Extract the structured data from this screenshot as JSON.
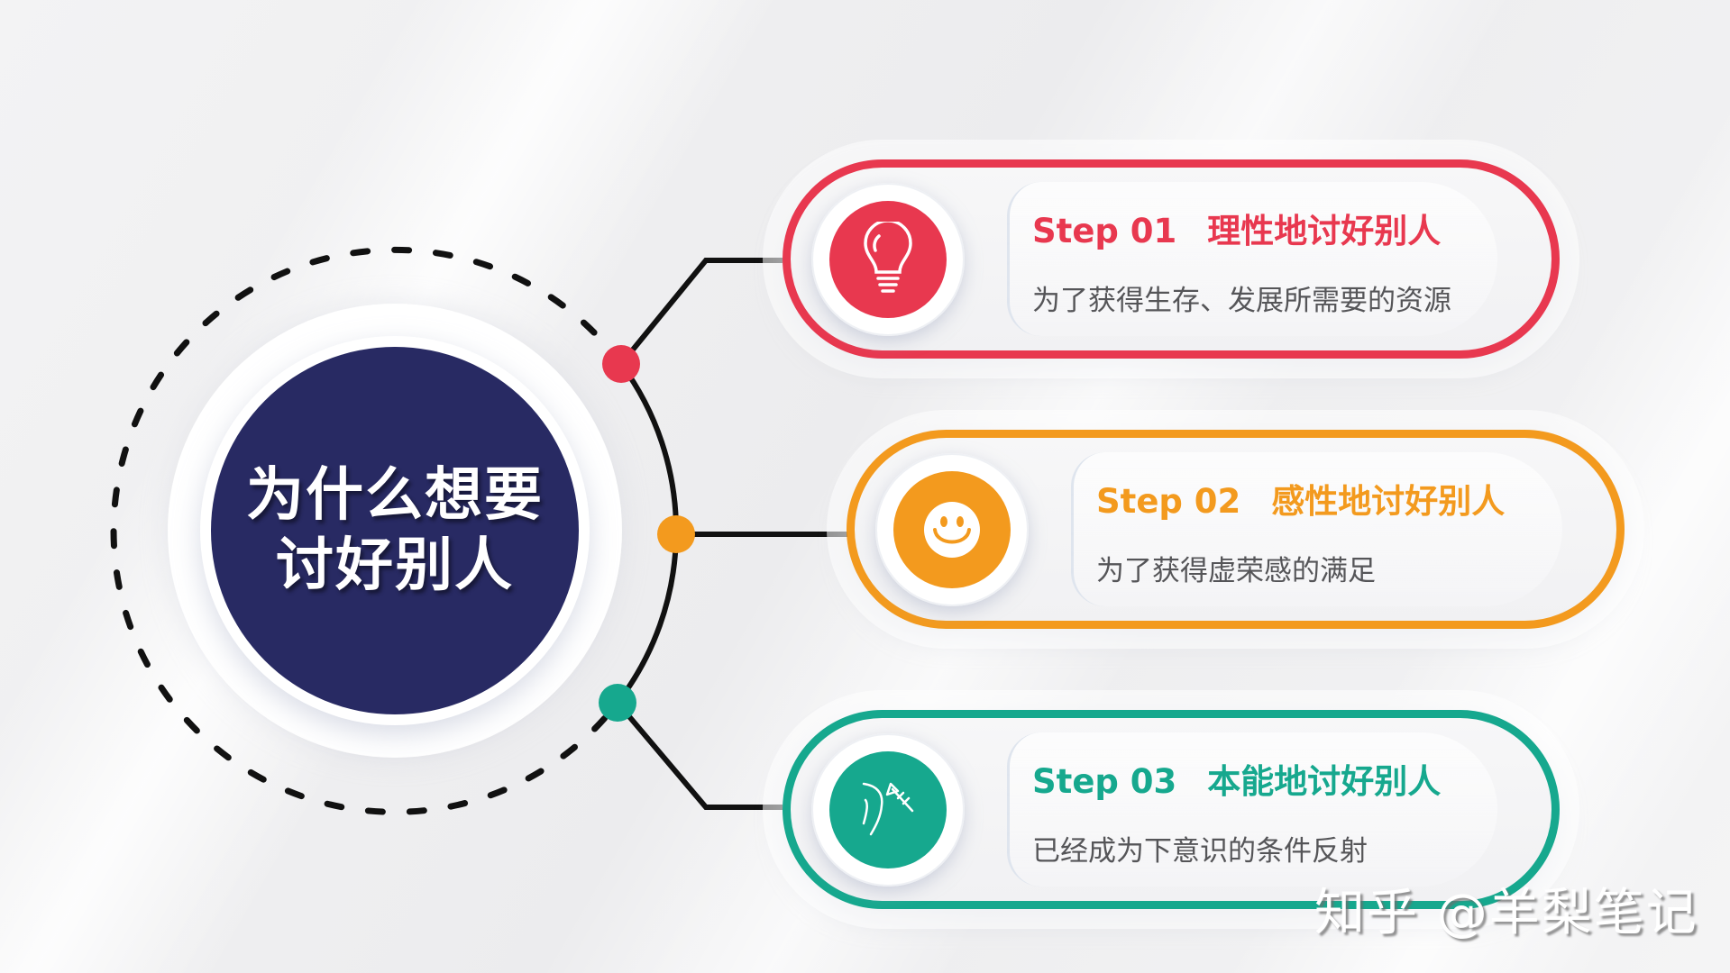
{
  "hub": {
    "title_line1": "为什么想要",
    "title_line2": "讨好别人",
    "color": "#282a63"
  },
  "steps": [
    {
      "step_label": "Step 01",
      "title": "理性地讨好别人",
      "description": "为了获得生存、发展所需要的资源",
      "icon": "lightbulb-icon",
      "color": "#e8384f"
    },
    {
      "step_label": "Step 02",
      "title": "感性地讨好别人",
      "description": "为了获得虚荣感的满足",
      "icon": "smiley-face-icon",
      "color": "#f39a1e"
    },
    {
      "step_label": "Step 03",
      "title": "本能地讨好别人",
      "description": "已经成为下意识的条件反射",
      "icon": "knee-reflex-hammer-icon",
      "color": "#16a88e"
    }
  ],
  "connector_color": "#111111",
  "watermark": "知乎 @羊梨笔记"
}
